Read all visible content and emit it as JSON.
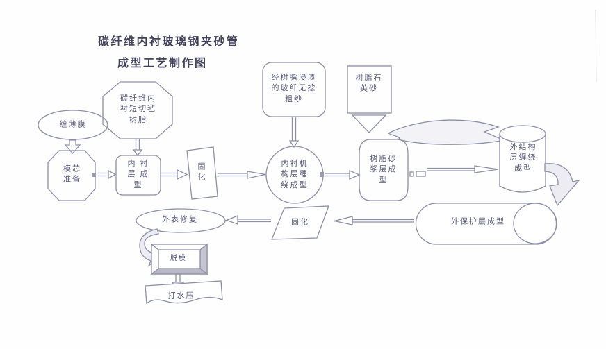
{
  "title": {
    "line1": "碳纤维内衬玻璃钢夹砂管",
    "line2": "成型工艺制作图"
  },
  "nodes": {
    "wrap_film": {
      "label": "缠薄膜",
      "shape": "ellipse"
    },
    "core_prep": {
      "label": "模芯\n准备",
      "shape": "octagon"
    },
    "cf_mat_resin": {
      "label": "碳纤维内\n衬短切毡\n树脂",
      "shape": "octagon"
    },
    "liner_forming": {
      "label": "内 衬\n层 成\n型",
      "shape": "rounded-rect"
    },
    "cure1": {
      "label": "固\n化",
      "shape": "tilted-rect"
    },
    "impregnated_roving": {
      "label": "经树脂浸渍\n的玻纤无捻\n粗纱",
      "shape": "rounded-rect"
    },
    "liner_winding": {
      "label": "内衬机\n构层缠\n绕成型",
      "shape": "circle"
    },
    "resin_quartz_sand": {
      "label": "树脂石\n英砂",
      "shape": "rect"
    },
    "resin_mortar": {
      "label": "树脂砂\n浆层成\n型",
      "shape": "barrel"
    },
    "outer_structural": {
      "label": "外结构\n层缠绕\n成型",
      "shape": "cylinder"
    },
    "outer_protective": {
      "label": "外保护层成型",
      "shape": "horizontal-cylinder"
    },
    "cure2": {
      "label": "固化",
      "shape": "parallelogram"
    },
    "surface_repair": {
      "label": "外表修复",
      "shape": "ellipse"
    },
    "demold": {
      "label": "脱膜",
      "shape": "3d-box"
    },
    "water_pressure_test": {
      "label": "打水压",
      "shape": "wavy-banner"
    }
  },
  "colors": {
    "stroke": "#8e8ea8",
    "text": "#565678",
    "title_text": "#41415a",
    "ribbon_fill": "#ececf2",
    "background": "#fefefe"
  }
}
